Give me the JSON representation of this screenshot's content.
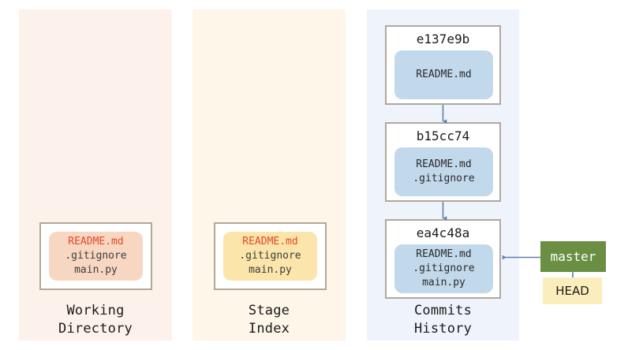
{
  "diagram": {
    "title": "git-areas-diagram",
    "colors": {
      "working_panel_bg": "#fdf1ec",
      "stage_panel_bg": "#fdf6e9",
      "commits_panel_bg": "#eff4fc",
      "working_blob": "#f8d7c2",
      "stage_blob": "#fbe5ab",
      "commit_blob": "#c2d9ec",
      "box_border": "#b0a89a",
      "master_bg": "#6a8f43",
      "head_bg": "#fceebc",
      "modified_file_text": "#e04a28",
      "plain_file_text": "#3c3c3c",
      "arrow": "#5b7fae"
    }
  },
  "panels": {
    "working": {
      "caption_line1": "Working",
      "caption_line2": "Directory",
      "files": [
        {
          "name": "README.md",
          "state": "modified"
        },
        {
          "name": ".gitignore",
          "state": "tracked"
        },
        {
          "name": "main.py",
          "state": "tracked"
        }
      ]
    },
    "stage": {
      "caption_line1": "Stage",
      "caption_line2": "Index",
      "files": [
        {
          "name": "README.md",
          "state": "modified"
        },
        {
          "name": ".gitignore",
          "state": "tracked"
        },
        {
          "name": "main.py",
          "state": "tracked"
        }
      ]
    },
    "commits": {
      "caption_line1": "Commits",
      "caption_line2": "History",
      "nodes": [
        {
          "hash": "e137e9b",
          "files": [
            "README.md"
          ]
        },
        {
          "hash": "b15cc74",
          "files": [
            "README.md",
            ".gitignore"
          ]
        },
        {
          "hash": "ea4c48a",
          "files": [
            "README.md",
            ".gitignore",
            "main.py"
          ]
        }
      ]
    }
  },
  "refs": {
    "branch_label": "master",
    "head_label": "HEAD"
  }
}
